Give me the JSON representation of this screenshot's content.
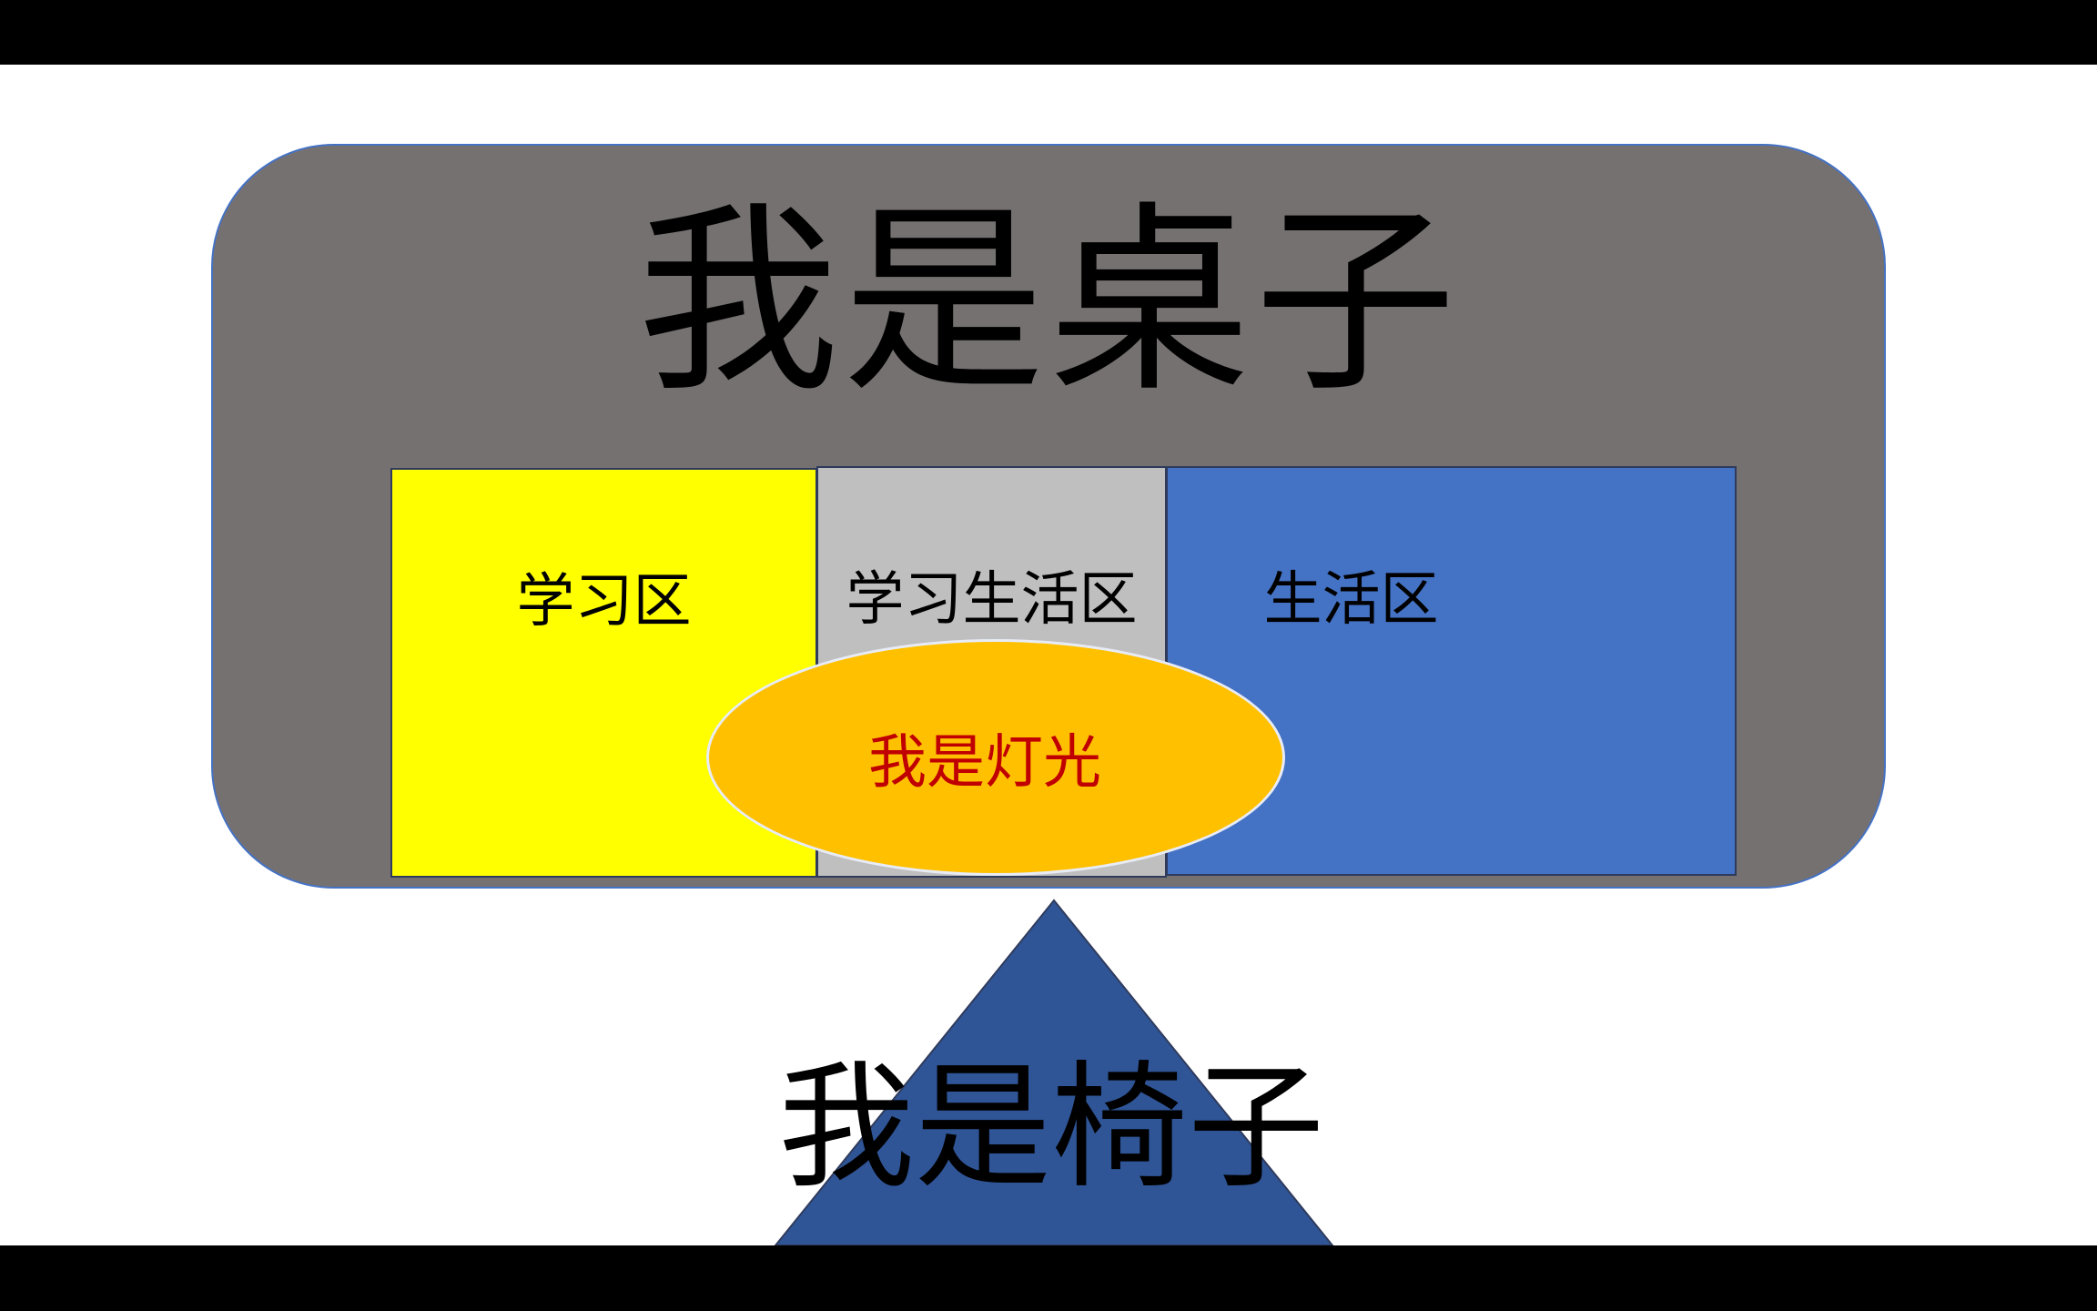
{
  "desk": {
    "title": "我是桌子",
    "color": "#767171"
  },
  "zones": [
    {
      "label": "学习区",
      "color": "#ffff00"
    },
    {
      "label": "学习生活区",
      "color": "#bfbfbf"
    },
    {
      "label": "生活区",
      "color": "#4472c4"
    }
  ],
  "light": {
    "label": "我是灯光",
    "color": "#ffc000",
    "text_color": "#c00000"
  },
  "chair": {
    "title": "我是椅子",
    "color": "#2f5597"
  }
}
